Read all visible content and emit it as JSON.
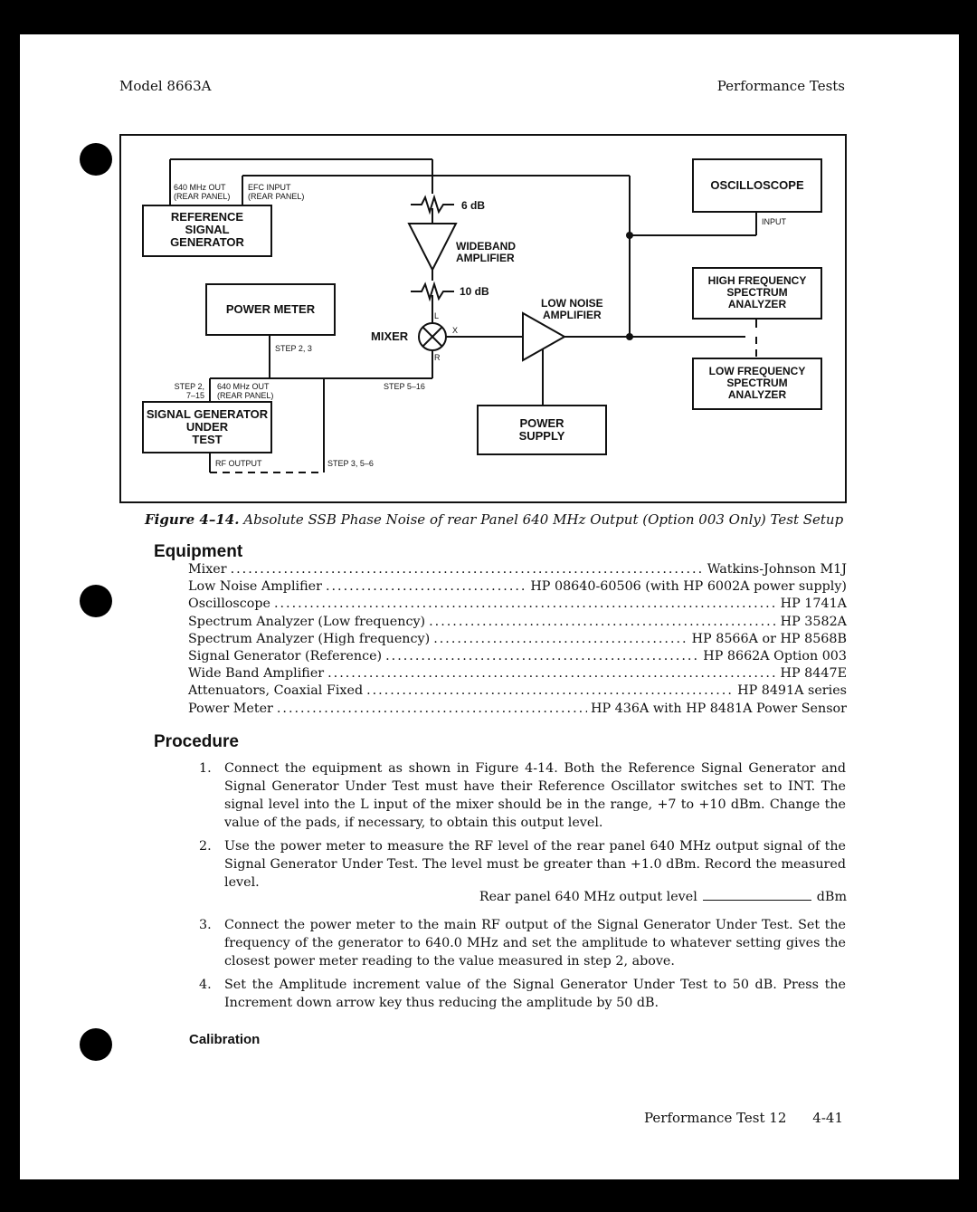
{
  "header": {
    "left": "Model 8663A",
    "right": "Performance Tests"
  },
  "diagram": {
    "blocks": {
      "reference": [
        "REFERENCE",
        "SIGNAL",
        "GENERATOR"
      ],
      "power_meter": "POWER METER",
      "sgut": [
        "SIGNAL GENERATOR",
        "UNDER",
        "TEST"
      ],
      "oscilloscope": "OSCILLOSCOPE",
      "hf_sa": [
        "HIGH FREQUENCY",
        "SPECTRUM",
        "ANALYZER"
      ],
      "lf_sa": [
        "LOW FREQUENCY",
        "SPECTRUM",
        "ANALYZER"
      ],
      "power_supply": [
        "POWER",
        "SUPPLY"
      ]
    },
    "labels": {
      "ref_out": [
        "640 MHz OUT",
        "(REAR PANEL)"
      ],
      "efc_in": [
        "EFC INPUT",
        "(REAR PANEL)"
      ],
      "atten1": "6 dB",
      "wideband": [
        "WIDEBAND",
        "AMPLIFIER"
      ],
      "atten2": "10 dB",
      "lna": [
        "LOW NOISE",
        "AMPLIFIER"
      ],
      "mixer": "MIXER",
      "mixer_l": "L",
      "mixer_x": "X",
      "mixer_r": "R",
      "input": "INPUT",
      "step23": "STEP 2, 3",
      "step2715": [
        "STEP 2,",
        "7–15"
      ],
      "sgut_out": [
        "640 MHz OUT",
        "(REAR PANEL)"
      ],
      "step516": "STEP 5–16",
      "rf_output": "RF OUTPUT",
      "step356": "STEP 3, 5–6"
    }
  },
  "caption": {
    "figure": "Figure 4–14.",
    "text": "Absolute SSB Phase Noise of rear Panel 640 MHz Output (Option 003 Only) Test Setup"
  },
  "equipment": {
    "heading": "Equipment",
    "items": [
      {
        "name": "Mixer",
        "value": "Watkins-Johnson M1J"
      },
      {
        "name": "Low Noise Amplifier",
        "value": "HP 08640-60506 (with HP 6002A power supply)"
      },
      {
        "name": "Oscilloscope",
        "value": "HP 1741A"
      },
      {
        "name": "Spectrum Analyzer (Low frequency)",
        "value": "HP 3582A"
      },
      {
        "name": "Spectrum Analyzer (High frequency)",
        "value": "HP 8566A or HP 8568B"
      },
      {
        "name": "Signal Generator (Reference)",
        "value": "HP 8662A Option 003"
      },
      {
        "name": "Wide Band Amplifier",
        "value": "HP 8447E"
      },
      {
        "name": "Attenuators, Coaxial Fixed",
        "value": "HP 8491A series"
      },
      {
        "name": "Power Meter",
        "value": "HP 436A with HP 8481A Power Sensor"
      }
    ]
  },
  "procedure": {
    "heading": "Procedure",
    "steps": [
      {
        "num": "1.",
        "text": "Connect the equipment as shown in Figure 4-14. Both the Reference Signal Generator and Signal Generator Under Test must have their Reference Oscillator switches set to INT. The signal level into the L input of the mixer should be in the range, +7 to +10 dBm. Change the value of the pads, if necessary, to obtain this output level."
      },
      {
        "num": "2.",
        "text": "Use the power meter to measure the RF level of the rear panel 640 MHz output signal of the Signal Generator Under Test. The level must be greater than +1.0 dBm. Record the measured level."
      },
      {
        "num": "3.",
        "text": "Connect the power meter to the main RF output of the Signal Generator Under Test. Set the frequency of the generator to 640.0 MHz and set the amplitude to whatever setting gives the closest power meter reading to the value measured in step 2, above."
      },
      {
        "num": "4.",
        "text": "Set the Amplitude increment value of the Signal Generator Under Test to 50 dB. Press the Increment down arrow key thus reducing the amplitude by 50 dB."
      }
    ],
    "record_label": "Rear panel 640 MHz output level",
    "record_unit": "dBm"
  },
  "calibration_heading": "Calibration",
  "footer": {
    "section": "Performance Test 12",
    "page": "4-41"
  }
}
